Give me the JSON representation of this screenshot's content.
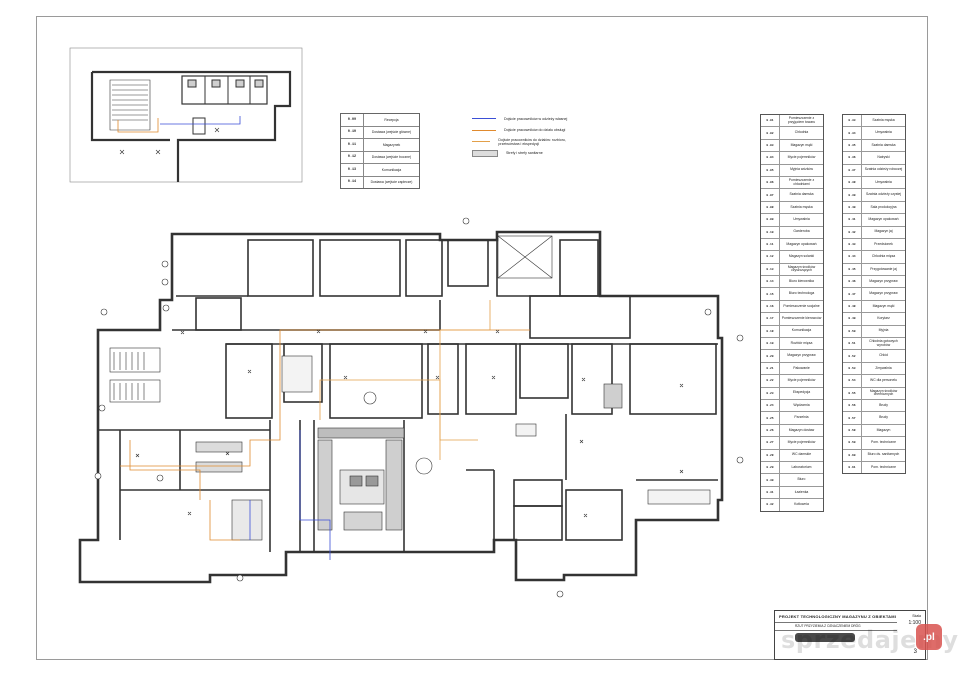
{
  "legend": {
    "items": [
      {
        "code": "0.09",
        "name": "Recepcja"
      },
      {
        "code": "0.10",
        "name": "Dostawa (wejście główne)"
      },
      {
        "code": "0.11",
        "name": "Magazynek"
      },
      {
        "code": "0.12",
        "name": "Dostawa (wejście boczne)"
      },
      {
        "code": "0.13",
        "name": "Komunikacja"
      },
      {
        "code": "0.14",
        "name": "Dostawa (wejście zaplecze)"
      }
    ]
  },
  "flow_legend": {
    "items": [
      {
        "label": "Dojście pracowników w odzieży własnej",
        "color": "#3b4fd6",
        "kind": "line"
      },
      {
        "label": "Dojście pracowników do działu obsługi",
        "color": "#e08a2e",
        "kind": "line"
      },
      {
        "label": "Dojście pracowników do działów: rozbioru, przetwórstwa i ekspedycji",
        "color": "#e3a04a",
        "kind": "line"
      },
      {
        "label": "Strefy i strefy sanitarne",
        "color": "#d9d9d9",
        "kind": "box"
      }
    ]
  },
  "room_table_left": [
    {
      "code": "0.01",
      "name": "Pomieszczenie z przyjęciem towaru"
    },
    {
      "code": "0.02",
      "name": "Chłodnia"
    },
    {
      "code": "0.03",
      "name": "Magazyn mąki"
    },
    {
      "code": "0.04",
      "name": "Mycie pojemników"
    },
    {
      "code": "0.05",
      "name": "Myjnia wózków"
    },
    {
      "code": "0.06",
      "name": "Pomieszczenie z chłodniami"
    },
    {
      "code": "0.07",
      "name": "Szatnia damska"
    },
    {
      "code": "0.08",
      "name": "Szatnia męska"
    },
    {
      "code": "0.09",
      "name": "Umywalnia"
    },
    {
      "code": "0.10",
      "name": "Garderoba"
    },
    {
      "code": "0.11",
      "name": "Magazyn opakowań"
    },
    {
      "code": "0.12",
      "name": "Magazyn solanki"
    },
    {
      "code": "0.13",
      "name": "Magazyn środków czyszczących"
    },
    {
      "code": "0.14",
      "name": "Biuro kierownika"
    },
    {
      "code": "0.15",
      "name": "Biuro technologa"
    },
    {
      "code": "0.16",
      "name": "Pomieszczenie socjalne"
    },
    {
      "code": "0.17",
      "name": "Pomieszczenie kierowców"
    },
    {
      "code": "0.18",
      "name": "Komunikacja"
    },
    {
      "code": "0.19",
      "name": "Rozbiór mięsa"
    },
    {
      "code": "0.20",
      "name": "Magazyn przypraw"
    },
    {
      "code": "0.21",
      "name": "Pakowanie"
    },
    {
      "code": "0.22",
      "name": "Mycie pojemników"
    },
    {
      "code": "0.23",
      "name": "Ekspedycja"
    },
    {
      "code": "0.24",
      "name": "Wędzarnia"
    },
    {
      "code": "0.25",
      "name": "Parzelnia"
    },
    {
      "code": "0.26",
      "name": "Magazyn dostaw"
    },
    {
      "code": "0.27",
      "name": "Mycie pojemników"
    },
    {
      "code": "0.28",
      "name": "WC damskie"
    },
    {
      "code": "0.29",
      "name": "Laboratorium"
    },
    {
      "code": "0.30",
      "name": "Biuro"
    },
    {
      "code": "0.31",
      "name": "Łazienka"
    },
    {
      "code": "0.32",
      "name": "Kotłownia"
    }
  ],
  "room_table_right": [
    {
      "code": "0.33",
      "name": "Szatnia męska"
    },
    {
      "code": "0.34",
      "name": "Umywalnia"
    },
    {
      "code": "0.35",
      "name": "Szatnia damska"
    },
    {
      "code": "0.36",
      "name": "Natryski"
    },
    {
      "code": "0.37",
      "name": "Szatnia odzieży roboczej"
    },
    {
      "code": "0.38",
      "name": "Umywalnia"
    },
    {
      "code": "0.39",
      "name": "Szatnia odzieży czystej"
    },
    {
      "code": "0.40",
      "name": "Sala produkcyjna"
    },
    {
      "code": "0.41",
      "name": "Magazyn opakowań"
    },
    {
      "code": "0.42",
      "name": "Magazyn jaj"
    },
    {
      "code": "0.43",
      "name": "Przedsionek"
    },
    {
      "code": "0.44",
      "name": "Chłodnia mięsa"
    },
    {
      "code": "0.45",
      "name": "Przygotowanie jaj"
    },
    {
      "code": "0.46",
      "name": "Magazyn przypraw"
    },
    {
      "code": "0.47",
      "name": "Magazyn przypraw"
    },
    {
      "code": "0.48",
      "name": "Magazyn mąki"
    },
    {
      "code": "0.49",
      "name": "Korytarz"
    },
    {
      "code": "0.50",
      "name": "Myjnia"
    },
    {
      "code": "0.51",
      "name": "Chłodnia gotowych wyrobów"
    },
    {
      "code": "0.52",
      "name": "Chłód"
    },
    {
      "code": "0.53",
      "name": "Zmywalnia"
    },
    {
      "code": "0.54",
      "name": "WC dla personelu"
    },
    {
      "code": "0.55",
      "name": "Magazyn środków chemicznych"
    },
    {
      "code": "0.56",
      "name": "Brudy"
    },
    {
      "code": "0.57",
      "name": "Brudy"
    },
    {
      "code": "0.58",
      "name": "Magazyn"
    },
    {
      "code": "0.59",
      "name": "Pom. techniczne"
    },
    {
      "code": "0.60",
      "name": "Biuro ds. sanitarnych"
    },
    {
      "code": "0.61",
      "name": "Pom. techniczne"
    }
  ],
  "title_block": {
    "title": "PROJEKT TECHNOLOGICZNY MAGAZYNU Z OBIEKTAMI",
    "subtitle": "RZUT PRZYZIEMIA Z OZNACZENIEM DRÓG",
    "scale_label": "Skala",
    "scale_value": "1:100",
    "sheet_no": "3"
  },
  "watermark": {
    "text": "sprzedajemy",
    "badge": ".pl"
  },
  "colors": {
    "wall": "#333333",
    "flow_blue": "#3b4fd6",
    "flow_orange": "#e08a2e",
    "flow_light_orange": "#e3a04a"
  }
}
